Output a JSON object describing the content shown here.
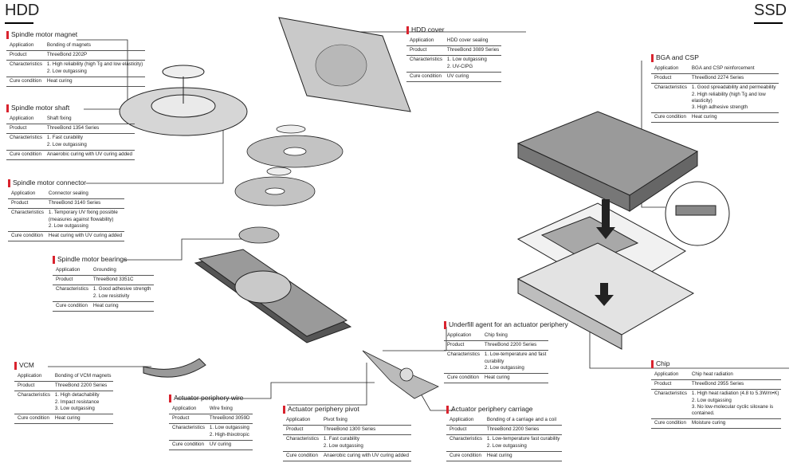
{
  "headers": {
    "hdd": "HDD",
    "ssd": "SSD"
  },
  "colors": {
    "accent": "#d9232e",
    "rule": "#333333",
    "part_fill": "#cfcfcf",
    "part_stroke": "#222222"
  },
  "labels": {
    "application": "Application",
    "product": "Product",
    "characteristics": "Characteristics",
    "cure_condition": "Cure condition"
  },
  "blocks": [
    {
      "id": "spindle-motor-magnet",
      "title": "Spindle motor magnet",
      "application": "Bonding of magnets",
      "product": "ThreeBond 2202P",
      "characteristics": [
        "1. High reliability (high Tg and low elasticity)",
        "2. Low outgassing"
      ],
      "cure_condition": "Heat curing"
    },
    {
      "id": "spindle-motor-shaft",
      "title": "Spindle motor shaft",
      "application": "Shaft fixing",
      "product": "ThreeBond 1354 Series",
      "characteristics": [
        "1. Fast curability",
        "2. Low outgassing"
      ],
      "cure_condition": "Anaerobic curing with UV curing added"
    },
    {
      "id": "spindle-motor-connector",
      "title": "Spindle motor connector",
      "application": "Connector sealing",
      "product": "ThreeBond 3140 Series",
      "characteristics": [
        "1. Temporary UV fixing possible",
        "(measures against flowability)",
        "2. Low outgassing"
      ],
      "cure_condition": "Heat curing with UV curing added"
    },
    {
      "id": "spindle-motor-bearings",
      "title": "Spindle motor bearings",
      "application": "Grounding",
      "product": "ThreeBond 3351C",
      "characteristics": [
        "1. Good adhesive strength",
        "2. Low resistivity"
      ],
      "cure_condition": "Heat curing"
    },
    {
      "id": "vcm",
      "title": "VCM",
      "application": "Bonding of VCM magnets",
      "product": "ThreeBond 2200 Series",
      "characteristics": [
        "1. High detachability",
        "2. Impact resistance",
        "3. Low outgassing"
      ],
      "cure_condition": "Heat curing"
    },
    {
      "id": "actuator-periphery-wire",
      "title": "Actuator periphery wire",
      "application": "Wire fixing",
      "product": "ThreeBond 3059D",
      "characteristics": [
        "1. Low outgassing",
        "2. High-thixotropic"
      ],
      "cure_condition": "UV curing"
    },
    {
      "id": "actuator-periphery-pivot",
      "title": "Actuator periphery pivot",
      "application": "Pivot fixing",
      "product": "ThreeBond 1300 Series",
      "characteristics": [
        "1. Fast curability",
        "2. Low outgassing"
      ],
      "cure_condition": "Anaerobic curing with UV curing added"
    },
    {
      "id": "hdd-cover",
      "title": "HDD cover",
      "application": "HDD cover sealing",
      "product": "ThreeBond 3089 Series",
      "characteristics": [
        "1. Low outgassing",
        "2. UV-CIPG"
      ],
      "cure_condition": "UV curing"
    },
    {
      "id": "underfill-agent",
      "title": "Underfill agent for an actuator periphery",
      "application": "Chip fixing",
      "product": "ThreeBond 2200 Series",
      "characteristics": [
        "1. Low-temperature and fast",
        "curability",
        "2. Low outgassing"
      ],
      "cure_condition": "Heat curing"
    },
    {
      "id": "actuator-periphery-carriage",
      "title": "Actuator periphery carriage",
      "application": "Bonding of a carriage and a coil",
      "product": "ThreeBond 2200 Series",
      "characteristics": [
        "1. Low-temperature fast curability",
        "2. Low outgassing"
      ],
      "cure_condition": "Heat curing"
    },
    {
      "id": "bga-and-csp",
      "title": "BGA and CSP",
      "application": "BGA and CSP reinforcement",
      "product": "ThreeBond 2274 Series",
      "characteristics": [
        "1. Good spreadability and permeability",
        "2. High reliability (high Tg and low",
        "elasticity)",
        "3. High adhesive strength"
      ],
      "cure_condition": "Heat curing"
    },
    {
      "id": "chip",
      "title": "Chip",
      "application": "Chip heat radiation",
      "product": "ThreeBond 2955 Series",
      "characteristics": [
        "1. High heat radiation (4.8 to 5.3W/m•K)",
        "2. Low outgassing",
        "3. No low-molecular cyclic siloxane is",
        "contained."
      ],
      "cure_condition": "Moisture curing"
    }
  ]
}
